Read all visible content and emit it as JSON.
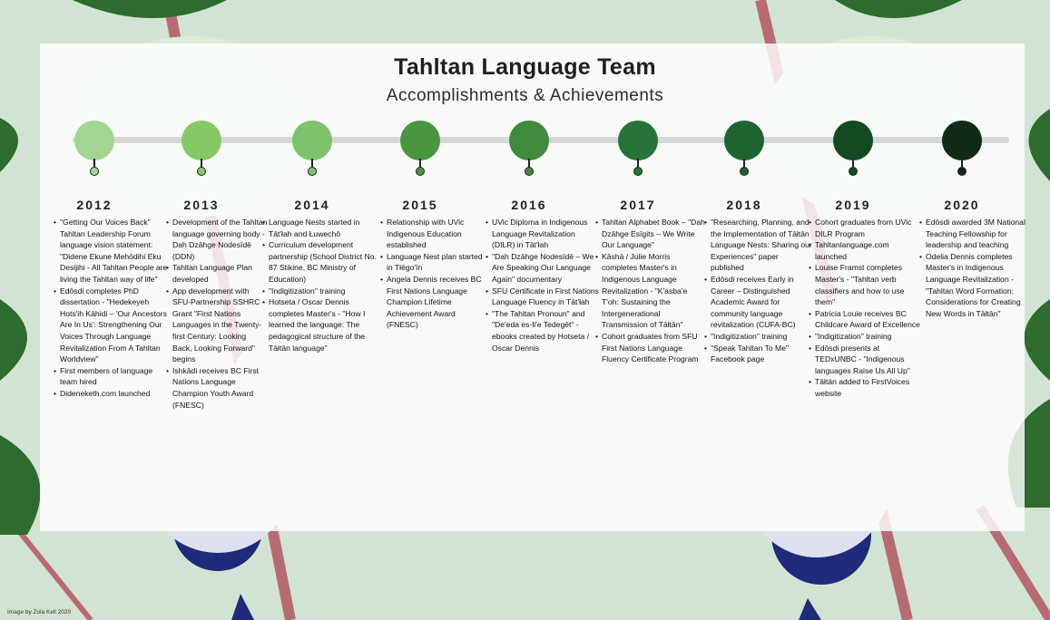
{
  "header": {
    "title": "Tahltan Language Team",
    "subtitle": "Accomplishments & Achievements"
  },
  "colors": {
    "background": "#d1e4d3",
    "leaf_dark": "#2e6b2e",
    "leaf_light": "#d8ecd6",
    "stem": "#b86a72",
    "berry": "#dde0ee",
    "berry_dark": "#1f2a7a"
  },
  "timeline": [
    {
      "year": "2012",
      "color": "#a3d493",
      "items": [
        "\"Getting Our Voices Back\" Tahltan Leadership Forum language vision statement: \"Didene Ekune Mehōdihi Eku Desijihi - All Tahltan People are living the Tahltan way of life\"",
        "Edōsdi completes PhD dissertation - \"Hedekeyeh Hots'ih Kāhidi – 'Our Ancestors Are In Us': Strengthening Our Voices Through Language Revitalization From A Tahltan Worldview\"",
        "First members of language team hired",
        "Dideneketh.com launched"
      ]
    },
    {
      "year": "2013",
      "color": "#84c963",
      "items": [
        "Development of the Tahltan language governing body - Dah Dzāhge Nodesīdē (DDN)",
        "Tahltan Language Plan developed",
        "App development with SFU-Partnership SSHRC Grant \"First Nations Languages in the Twenty-first Century: Looking Back, Looking Forward\" begins",
        "Ishkādi receives BC First Nations Language Champion Youth Award (FNESC)"
      ]
    },
    {
      "year": "2014",
      "color": "#7cc46c",
      "items": [
        "Language Nests started in Tāt'łah and Łuwechō",
        "Curriculum development partnership (School District No. 87 Stikine, BC Ministry of Education)",
        "\"Indigitization\" training",
        "Hotseta / Oscar Dennis completes Master's - \"How I learned the language: The pedagogical structure of the Tāłtān language\""
      ]
    },
    {
      "year": "2015",
      "color": "#4a9640",
      "items": [
        "Relationship with UVic Indigenous Education established",
        "Language Nest plan started in Tłēgo'īn",
        "Angela Dennis receives BC First Nations Language Champion Lifetime Achievement Award (FNESC)"
      ]
    },
    {
      "year": "2016",
      "color": "#3f8a3c",
      "items": [
        "UVic Diploma in Indigenous Language Revitalization (DILR) in Tāt'łah",
        "\"Dah Dzāhge Nodesīdē – We Are Speaking Our Language Again\" documentary",
        "SFU Certificate in First Nations Language Fluency in Tāt'łah",
        "\"The Tahltan Pronoun\" and \"De'eda es-li'e Tedegēt\" - ebooks created by Hotseta / Oscar Dennis"
      ]
    },
    {
      "year": "2017",
      "color": "#26733a",
      "items": [
        "Tahltan Alphabet Book – \"Dah Dzāhge Esīgits – We Write Our Language\"",
        "Kāshā / Julie Morris completes Master's in Indigenous Language Revitalization - \"K'asba'e T'oh: Sustaining the Intergenerational Transmission of Tāłtān\"",
        "Cohort graduates from SFU First Nations Language Fluency Certificate Program"
      ]
    },
    {
      "year": "2018",
      "color": "#1e6430",
      "items": [
        "\"Researching, Planning, and the Implementation of Tāłtān Language Nests: Sharing our Experiences\" paper published",
        "Edōsdi receives Early in Career – Distinguished Academic Award for community language revitalization (CUFA-BC)",
        "\"Indigitization\" training",
        "\"Speak Tahltan To Me\" Facebook page"
      ]
    },
    {
      "year": "2019",
      "color": "#144a22",
      "items": [
        "Cohort graduates from UVic DILR Program",
        "Tahltanlanguage.com launched",
        "Louise Framst completes Master's - \"Tahltan verb classifiers and how to use them\"",
        "Patricia Louie receives BC Childcare Award of Excellence",
        "\"Indigitization\" training",
        "Edōsdi presents at TEDxUNBC - \"Indigenous languages Raise Us All Up\"",
        "Tāłtān added to FirstVoices website"
      ]
    },
    {
      "year": "2020",
      "color": "#0f2a16",
      "items": [
        "Edōsdi awarded 3M National Teaching Fellowship for leadership and teaching",
        "Odelia Dennis completes Master's in Indigenous Language Revitalization - \"Tahltan Word Formation: Considerations for Creating New Words in Tāłtān\""
      ]
    }
  ],
  "credit": "Image by Zola Kell 2020"
}
